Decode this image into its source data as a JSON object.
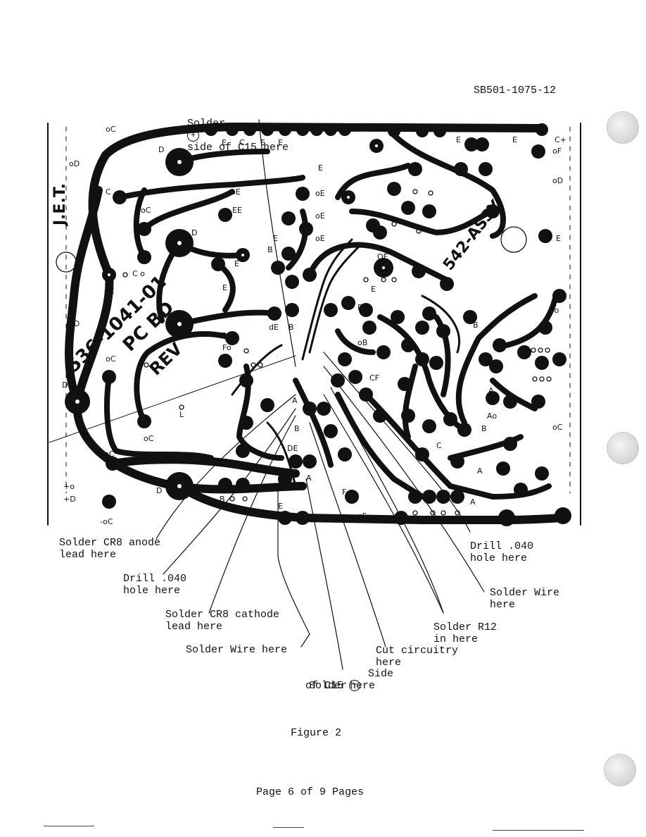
{
  "doc_number": "SB501-1075-12",
  "figure_caption": "Figure 2",
  "page_footer": "Page 6 of 9 Pages",
  "board_markings": {
    "part_number": "536-1041-01",
    "board_name": "PC BD",
    "revision": "REV",
    "assembly": "542-ASSY",
    "maker": "J.E.T."
  },
  "callouts": {
    "c15_plus_pre": "Solder",
    "c15_plus_post": "side of C15 here",
    "cr8_anode": "Solder CR8 anode\nlead here",
    "drill_left": "Drill .040\nhole here",
    "cr8_cathode": "Solder CR8 cathode\nlead here",
    "wire_left": "Solder Wire here",
    "c15_minus_pre": "Solder",
    "c15_minus_post": "Side\nof C15 here",
    "cut_circuit": "Cut circuitry\nhere",
    "r12": "Solder R12\nin here",
    "wire_right": "Solder Wire\nhere",
    "drill_right": "Drill .040\nhole here"
  }
}
